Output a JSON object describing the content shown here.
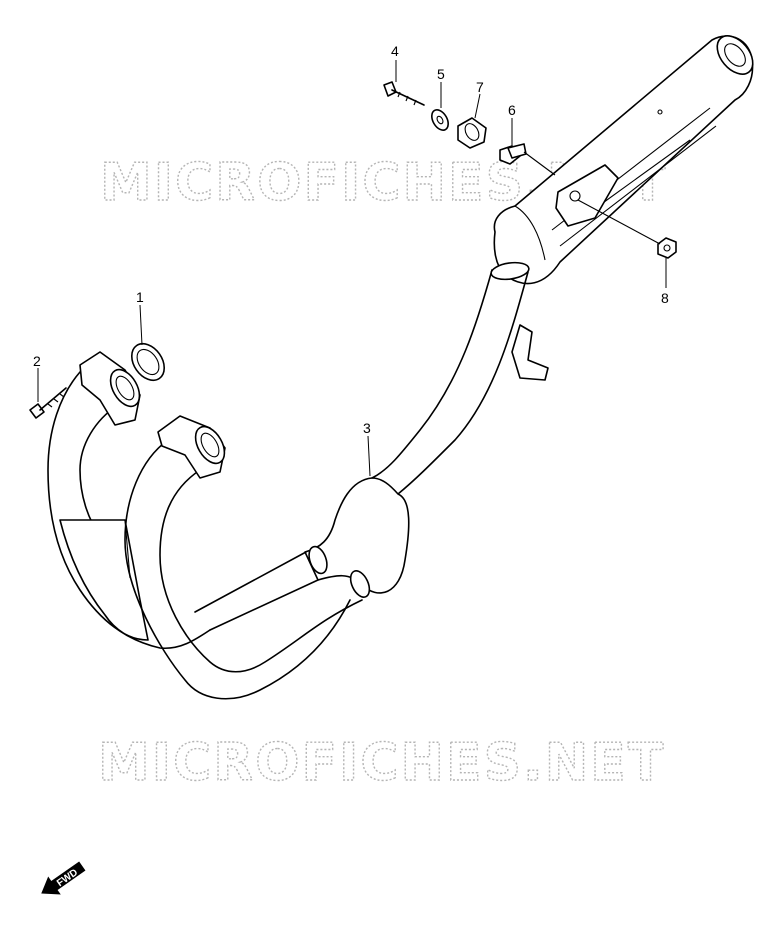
{
  "watermark": {
    "text": "MICROFICHES.NET",
    "color": "#b5b5b5"
  },
  "callouts": [
    {
      "id": "1",
      "label": "1"
    },
    {
      "id": "2",
      "label": "2"
    },
    {
      "id": "3",
      "label": "3"
    },
    {
      "id": "4",
      "label": "4"
    },
    {
      "id": "5",
      "label": "5"
    },
    {
      "id": "6",
      "label": "6"
    },
    {
      "id": "7",
      "label": "7"
    },
    {
      "id": "8",
      "label": "8"
    }
  ],
  "fwd_indicator": {
    "label": "FWD",
    "icon": "fwd-arrow-icon"
  }
}
